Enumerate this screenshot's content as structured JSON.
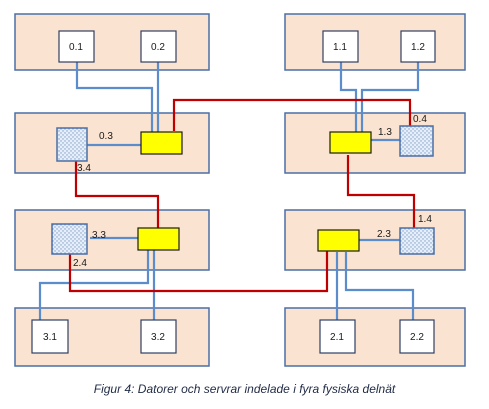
{
  "colors": {
    "panel_fill": "#fbe3d1",
    "panel_stroke": "#4a6fa5",
    "switch_fill": "#ffff00",
    "blue_link": "#5b8ccc",
    "red_link": "#c00000",
    "dotted_node": "#dbe6f5"
  },
  "nodes": {
    "n01": "0.1",
    "n02": "0.2",
    "n11": "1.1",
    "n12": "1.2",
    "n31": "3.1",
    "n32": "3.2",
    "n21": "2.1",
    "n22": "2.2"
  },
  "ports": {
    "p03": "0.3",
    "p04": "0.4",
    "p13": "1.3",
    "p34": "3.4",
    "p14": "1.4",
    "p33": "3.3",
    "p23": "2.3",
    "p24": "2.4"
  },
  "caption": "Figur 4: Datorer och servrar indelade i fyra fysiska delnät"
}
